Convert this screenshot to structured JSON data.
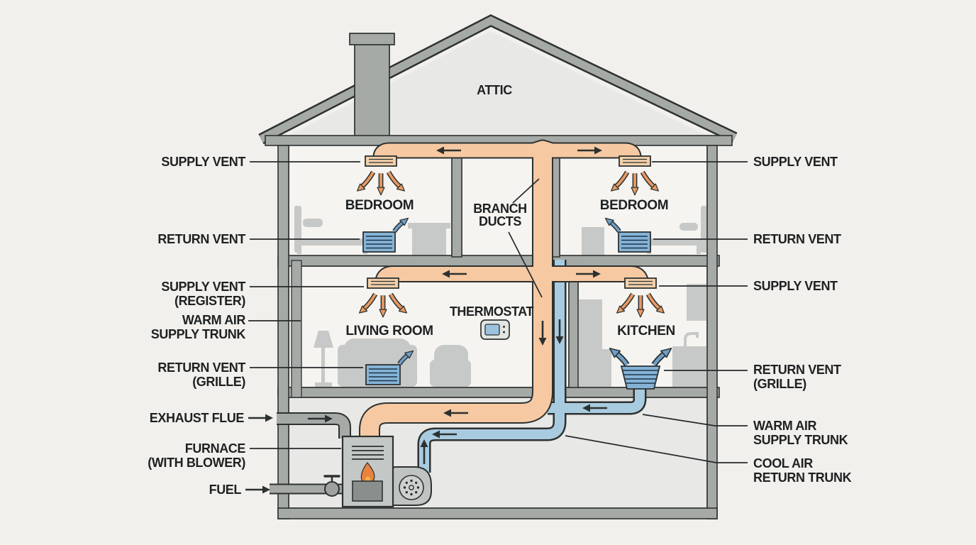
{
  "labels": {
    "attic": "ATTIC",
    "bedroom_left": "BEDROOM",
    "bedroom_right": "BEDROOM",
    "living_room": "LIVING ROOM",
    "kitchen": "KITCHEN",
    "branch_ducts_1": "BRANCH",
    "branch_ducts_2": "DUCTS",
    "thermostat": "THERMOSTAT",
    "left": {
      "supply_vent": "SUPPLY VENT",
      "return_vent": "RETURN VENT",
      "supply_register_1": "SUPPLY VENT",
      "supply_register_2": "(REGISTER)",
      "warm_trunk_1": "WARM AIR",
      "warm_trunk_2": "SUPPLY TRUNK",
      "return_grille_1": "RETURN VENT",
      "return_grille_2": "(GRILLE)",
      "exhaust_flue": "EXHAUST FLUE",
      "furnace_1": "FURNACE",
      "furnace_2": "(WITH BLOWER)",
      "fuel": "FUEL"
    },
    "right": {
      "supply_vent_upper": "SUPPLY VENT",
      "return_vent": "RETURN VENT",
      "supply_vent_lower": "SUPPLY VENT",
      "return_grille_1": "RETURN VENT",
      "return_grille_2": "(GRILLE)",
      "warm_trunk_1": "WARM AIR",
      "warm_trunk_2": "SUPPLY TRUNK",
      "cool_trunk_1": "COOL AIR",
      "cool_trunk_2": "RETURN TRUNK"
    }
  },
  "colors": {
    "background": "#f2f0ec",
    "structure_gray": "#a5aaa7",
    "room_fill": "#f5f4f1",
    "attic_fill": "#e8e9e6",
    "outline": "#2d3130",
    "supply_duct_orange": "#f6c9a2",
    "supply_arrow_orange": "#e89a62",
    "return_duct_blue": "#a9cbe0",
    "return_vent_blue": "#85b3d6",
    "return_arrow_blue": "#6f9fc8",
    "flame_orange": "#e8823c",
    "furniture_gray": "#c6c9c7"
  }
}
